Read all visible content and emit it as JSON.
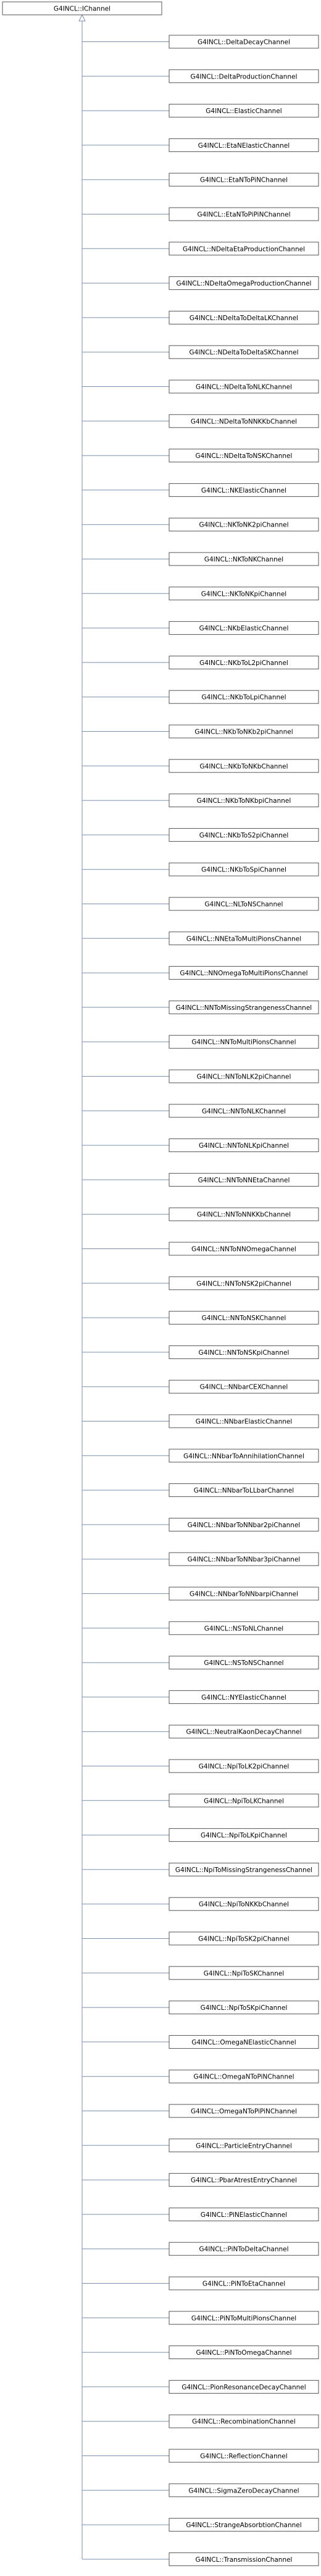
{
  "base_class": "G4INCL::IChannel",
  "derived_classes": [
    "G4INCL::DeltaDecayChannel",
    "G4INCL::DeltaProductionChannel",
    "G4INCL::ElasticChannel",
    "G4INCL::EtaNElasticChannel",
    "G4INCL::EtaNToPiNChannel",
    "G4INCL::EtaNToPiPiNChannel",
    "G4INCL::NDeltaEtaProductionChannel",
    "G4INCL::NDeltaOmegaProductionChannel",
    "G4INCL::NDeltaToDeltaLKChannel",
    "G4INCL::NDeltaToDeltaSKChannel",
    "G4INCL::NDeltaToNLKChannel",
    "G4INCL::NDeltaToNNKKbChannel",
    "G4INCL::NDeltaToNSKChannel",
    "G4INCL::NKElasticChannel",
    "G4INCL::NKToNK2piChannel",
    "G4INCL::NKToNKChannel",
    "G4INCL::NKToNKpiChannel",
    "G4INCL::NKbElasticChannel",
    "G4INCL::NKbToL2piChannel",
    "G4INCL::NKbToLpiChannel",
    "G4INCL::NKbToNKb2piChannel",
    "G4INCL::NKbToNKbChannel",
    "G4INCL::NKbToNKbpiChannel",
    "G4INCL::NKbToS2piChannel",
    "G4INCL::NKbToSpiChannel",
    "G4INCL::NLToNSChannel",
    "G4INCL::NNEtaToMultiPionsChannel",
    "G4INCL::NNOmegaToMultiPionsChannel",
    "G4INCL::NNToMissingStrangenessChannel",
    "G4INCL::NNToMultiPionsChannel",
    "G4INCL::NNToNLK2piChannel",
    "G4INCL::NNToNLKChannel",
    "G4INCL::NNToNLKpiChannel",
    "G4INCL::NNToNNEtaChannel",
    "G4INCL::NNToNNKKbChannel",
    "G4INCL::NNToNNOmegaChannel",
    "G4INCL::NNToNSK2piChannel",
    "G4INCL::NNToNSKChannel",
    "G4INCL::NNToNSKpiChannel",
    "G4INCL::NNbarCEXChannel",
    "G4INCL::NNbarElasticChannel",
    "G4INCL::NNbarToAnnihilationChannel",
    "G4INCL::NNbarToLLbarChannel",
    "G4INCL::NNbarToNNbar2piChannel",
    "G4INCL::NNbarToNNbar3piChannel",
    "G4INCL::NNbarToNNbarpiChannel",
    "G4INCL::NSToNLChannel",
    "G4INCL::NSToNSChannel",
    "G4INCL::NYElasticChannel",
    "G4INCL::NeutralKaonDecayChannel",
    "G4INCL::NpiToLK2piChannel",
    "G4INCL::NpiToLKChannel",
    "G4INCL::NpiToLKpiChannel",
    "G4INCL::NpiToMissingStrangenessChannel",
    "G4INCL::NpiToNKKbChannel",
    "G4INCL::NpiToSK2piChannel",
    "G4INCL::NpiToSKChannel",
    "G4INCL::NpiToSKpiChannel",
    "G4INCL::OmegaNElasticChannel",
    "G4INCL::OmegaNToPiNChannel",
    "G4INCL::OmegaNToPiPiNChannel",
    "G4INCL::ParticleEntryChannel",
    "G4INCL::PbarAtrestEntryChannel",
    "G4INCL::PiNElasticChannel",
    "G4INCL::PiNToDeltaChannel",
    "G4INCL::PiNToEtaChannel",
    "G4INCL::PiNToMultiPionsChannel",
    "G4INCL::PiNToOmegaChannel",
    "G4INCL::PionResonanceDecayChannel",
    "G4INCL::RecombinationChannel",
    "G4INCL::ReflectionChannel",
    "G4INCL::SigmaZeroDecayChannel",
    "G4INCL::StrangeAbsorbtionChannel",
    "G4INCL::TransmissionChannel"
  ],
  "colors": {
    "node_fill": "#ffffff",
    "node_stroke": "#555555",
    "edge": "#7b8fae",
    "text": "#000000"
  }
}
